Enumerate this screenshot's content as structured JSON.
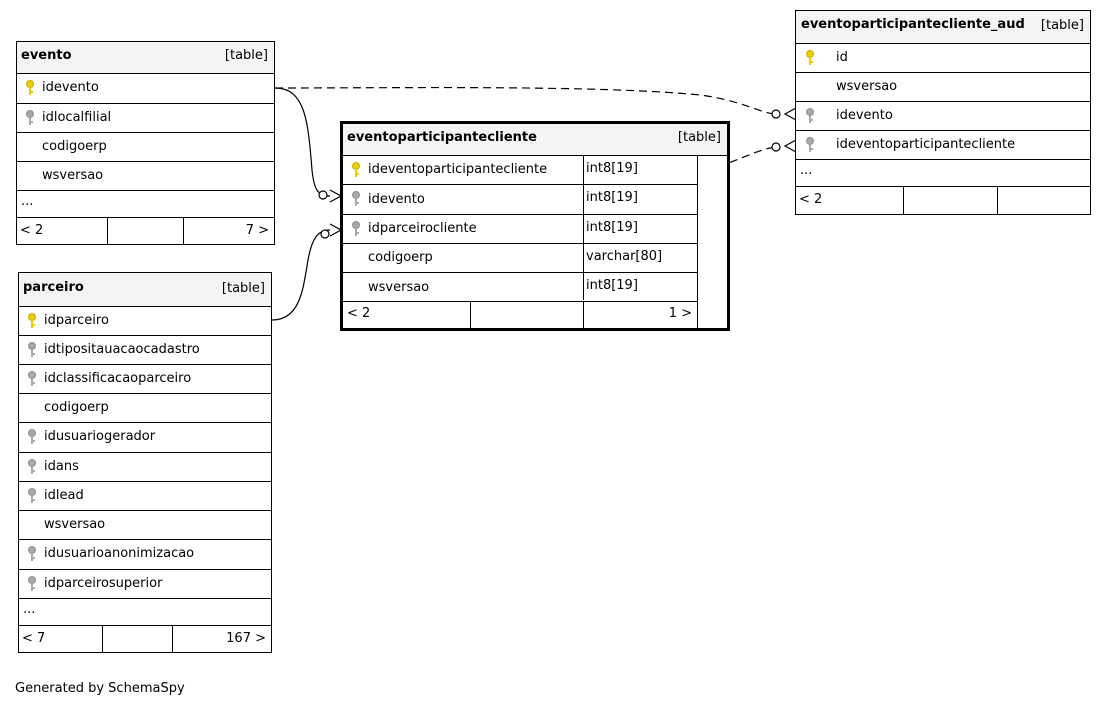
{
  "colors": {
    "primary_key": "#e8d000",
    "foreign_key": "#a8a8a8",
    "header_bg": "#f4f4f4",
    "line": "#000000"
  },
  "evento": {
    "name": "evento",
    "kind": "[table]",
    "columns": [
      {
        "name": "idevento",
        "key": "primary"
      },
      {
        "name": "idlocalfilial",
        "key": "foreign"
      },
      {
        "name": "codigoerp",
        "key": "none"
      },
      {
        "name": "wsversao",
        "key": "none"
      }
    ],
    "more": "...",
    "parents": "< 2",
    "children": "7 >"
  },
  "parceiro": {
    "name": "parceiro",
    "kind": "[table]",
    "columns": [
      {
        "name": "idparceiro",
        "key": "primary"
      },
      {
        "name": "idtipositauacaocadastro",
        "key": "foreign"
      },
      {
        "name": "idclassificacaoparceiro",
        "key": "foreign"
      },
      {
        "name": "codigoerp",
        "key": "none"
      },
      {
        "name": "idusuariogerador",
        "key": "foreign"
      },
      {
        "name": "idans",
        "key": "foreign"
      },
      {
        "name": "idlead",
        "key": "foreign"
      },
      {
        "name": "wsversao",
        "key": "none"
      },
      {
        "name": "idusuarioanonimizacao",
        "key": "foreign"
      },
      {
        "name": "idparceirosuperior",
        "key": "foreign"
      }
    ],
    "more": "...",
    "parents": "< 7",
    "children": "167 >"
  },
  "main_table": {
    "name": "eventoparticipantecliente",
    "kind": "[table]",
    "columns": [
      {
        "name": "ideventoparticipantecliente",
        "type": "int8[19]",
        "key": "primary"
      },
      {
        "name": "idevento",
        "type": "int8[19]",
        "key": "foreign"
      },
      {
        "name": "idparceirocliente",
        "type": "int8[19]",
        "key": "foreign"
      },
      {
        "name": "codigoerp",
        "type": "varchar[80]",
        "key": "none"
      },
      {
        "name": "wsversao",
        "type": "int8[19]",
        "key": "none"
      }
    ],
    "parents": "< 2",
    "children": "1 >"
  },
  "aud": {
    "name": "eventoparticipantecliente_aud",
    "kind": "[table]",
    "columns": [
      {
        "name": "id",
        "key": "primary"
      },
      {
        "name": "wsversao",
        "key": "none"
      },
      {
        "name": "idevento",
        "key": "foreign"
      },
      {
        "name": "ideventoparticipantecliente",
        "key": "foreign"
      }
    ],
    "more": "...",
    "parents": "< 2"
  },
  "footer": "Generated by SchemaSpy"
}
